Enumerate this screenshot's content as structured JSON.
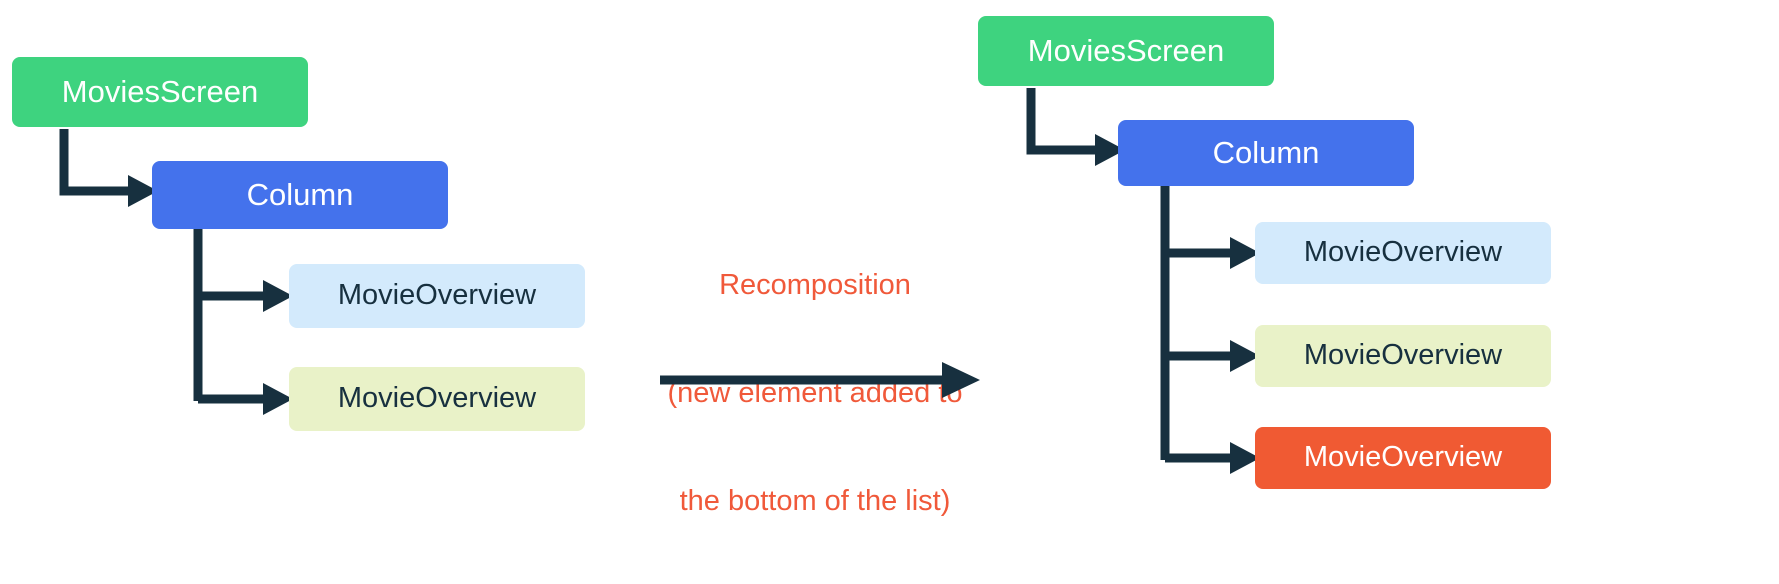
{
  "diagram": {
    "title_caption": "Recomposition",
    "caption_line2": "(new element added to",
    "caption_line3": "the bottom of the list)",
    "colors": {
      "screen_green": "#3ed37f",
      "column_blue": "#4472ec",
      "overview_light_blue": "#d3eafc",
      "overview_lime": "#e9f2c8",
      "overview_orange": "#f05a33",
      "connector_dark": "#17303f",
      "caption_orange": "#f0593a",
      "background": "#ffffff"
    }
  },
  "before": {
    "name": "before-recomposition-tree",
    "root": {
      "label": "MoviesScreen",
      "color": "green"
    },
    "column": {
      "label": "Column",
      "color": "blue"
    },
    "children": [
      {
        "label": "MovieOverview",
        "color": "light-blue"
      },
      {
        "label": "MovieOverview",
        "color": "lime"
      }
    ]
  },
  "transition": {
    "label_line1": "Recomposition",
    "label_line2": "(new element added to",
    "label_line3": "the bottom of the list)",
    "arrow": "right-arrow"
  },
  "after": {
    "name": "after-recomposition-tree",
    "root": {
      "label": "MoviesScreen",
      "color": "green"
    },
    "column": {
      "label": "Column",
      "color": "blue"
    },
    "children": [
      {
        "label": "MovieOverview",
        "color": "light-blue"
      },
      {
        "label": "MovieOverview",
        "color": "lime"
      },
      {
        "label": "MovieOverview",
        "color": "orange"
      }
    ]
  }
}
